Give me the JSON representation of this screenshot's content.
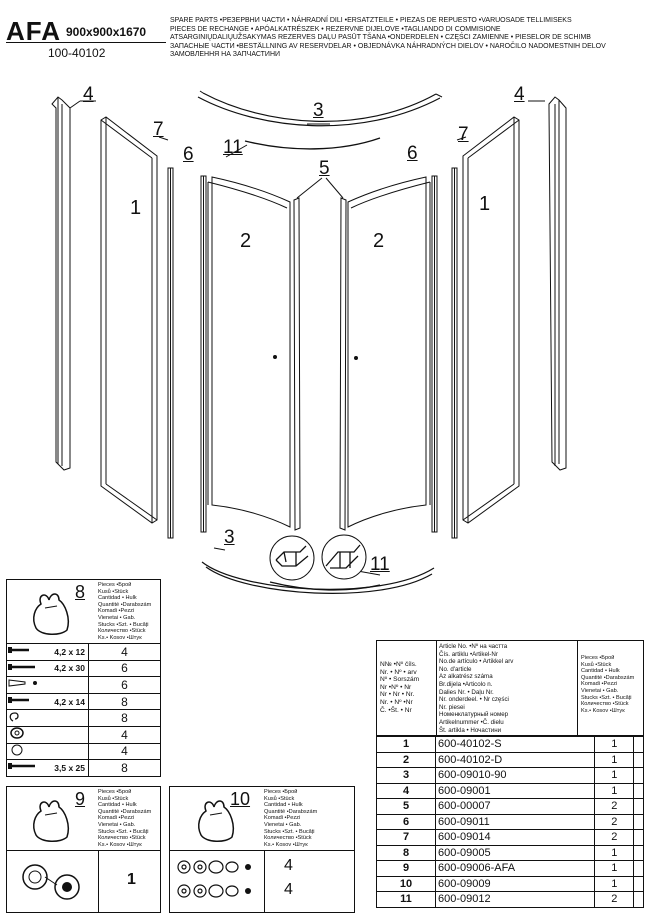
{
  "header": {
    "model": "AFA",
    "dimensions": "900x900x1670",
    "code": "100-40102",
    "spare_parts_lines": [
      "SPARE PARTS •РЕЗЕРВНИ ЧАСТИ • NÁHRADNÍ DILI •ERSATZTEILE • PIEZAS DE REPUESTO •VARUOSADE TELLIMISEKS",
      "PIECES DE RECHANGE • APÓALKATRÉSZEK • REZERVNE DIJELOVE •TAGLIANDO DI COMMISIONE",
      "ATSARGINIŲDALIŲUŽSAKYMAS  REZERVES DAĻU PASŪT  TŠANA •ONDERDELEN • CZĘŚCI ZAMIENNE • PIESELOR DE SCHIMB",
      "ЗАПАСНЫЕ ЧАСТИ •BESTÄLLNING AV RESERVDELAR • OBJEDNÁVKA NÁHRADNÝCH DIELOV • NAROČILO NADOMESTNIH DELOV",
      "ЗАМОВЛЕННЯ НА ЗАПЧАСТИНИ"
    ]
  },
  "callouts": {
    "c4l": "4",
    "c4r": "4",
    "c3t": "3",
    "c11t": "11",
    "c7l": "7",
    "c7r": "7",
    "c6l": "6",
    "c6r": "6",
    "c5": "5",
    "c1l": "1",
    "c1r": "1",
    "c2l": "2",
    "c2r": "2",
    "c3b": "3",
    "c11b": "11"
  },
  "pieces_header_lines": [
    "Pieces •Брой",
    "Kusů •Stück",
    "Cantidad • Hulk",
    "Quantité •Darabszám",
    "Komadi •Pezzi",
    "Vienetai • Gab.",
    "Stucks •Szt. • Bucăți",
    "Количество •Stück",
    "Ks.• Kosov •Штук"
  ],
  "kit8": {
    "number": "8",
    "rows": [
      {
        "icon": "screw-icon",
        "label": "4,2 x 12",
        "qty": "4"
      },
      {
        "icon": "screw-icon",
        "label": "4,2 x 30",
        "qty": "6"
      },
      {
        "icon": "wall-plug-icon",
        "label": "",
        "qty": "6"
      },
      {
        "icon": "screw-icon",
        "label": "4,2 x 14",
        "qty": "8"
      },
      {
        "icon": "clip-icon",
        "label": "",
        "qty": "8"
      },
      {
        "icon": "washer-icon",
        "label": "",
        "qty": "4"
      },
      {
        "icon": "ring-icon",
        "label": "",
        "qty": "4"
      },
      {
        "icon": "screw-icon",
        "label": "3,5 x 25",
        "qty": "8"
      }
    ]
  },
  "kit9": {
    "number": "9",
    "qty": "1"
  },
  "kit10": {
    "number": "10",
    "qty_a": "4",
    "qty_b": "4"
  },
  "parts_table": {
    "col1_lines": [
      "N№ •Nº číls.",
      "Nr. • Nº • arv",
      "Nº • Sorszám",
      "Nr •Nº • Nr",
      "Nr • Nr • Nr.",
      "Nr. • Nº •Nr",
      "Č. •Št. • Nr"
    ],
    "col2_lines": [
      "Article No. •Nº на частта",
      "Čís. artiklu •Artikel-Nr",
      "No.de artículo • Artikkel arv",
      "No. d'article",
      "Az alkatrész száma",
      "Br.dijela •Articolo n.",
      "Dalies Nr. • Daļu Nr.",
      "Nr. onderdeel. • Nr części",
      "Nr. piesei",
      "Номенклатурный номер",
      "Artikelnummer •Č. dielu",
      "Št. artikla • Ночастини"
    ],
    "rows": [
      {
        "no": "1",
        "article": "600-40102-S",
        "qty": "1"
      },
      {
        "no": "2",
        "article": "600-40102-D",
        "qty": "1"
      },
      {
        "no": "3",
        "article": "600-09010-90",
        "qty": "1"
      },
      {
        "no": "4",
        "article": "600-09001",
        "qty": "1"
      },
      {
        "no": "5",
        "article": "600-00007",
        "qty": "2"
      },
      {
        "no": "6",
        "article": "600-09011",
        "qty": "2"
      },
      {
        "no": "7",
        "article": "600-09014",
        "qty": "2"
      },
      {
        "no": "8",
        "article": "600-09005",
        "qty": "1"
      },
      {
        "no": "9",
        "article": "600-09006-AFA",
        "qty": "1"
      },
      {
        "no": "10",
        "article": "600-09009",
        "qty": "1"
      },
      {
        "no": "11",
        "article": "600-09012",
        "qty": "2"
      }
    ]
  }
}
